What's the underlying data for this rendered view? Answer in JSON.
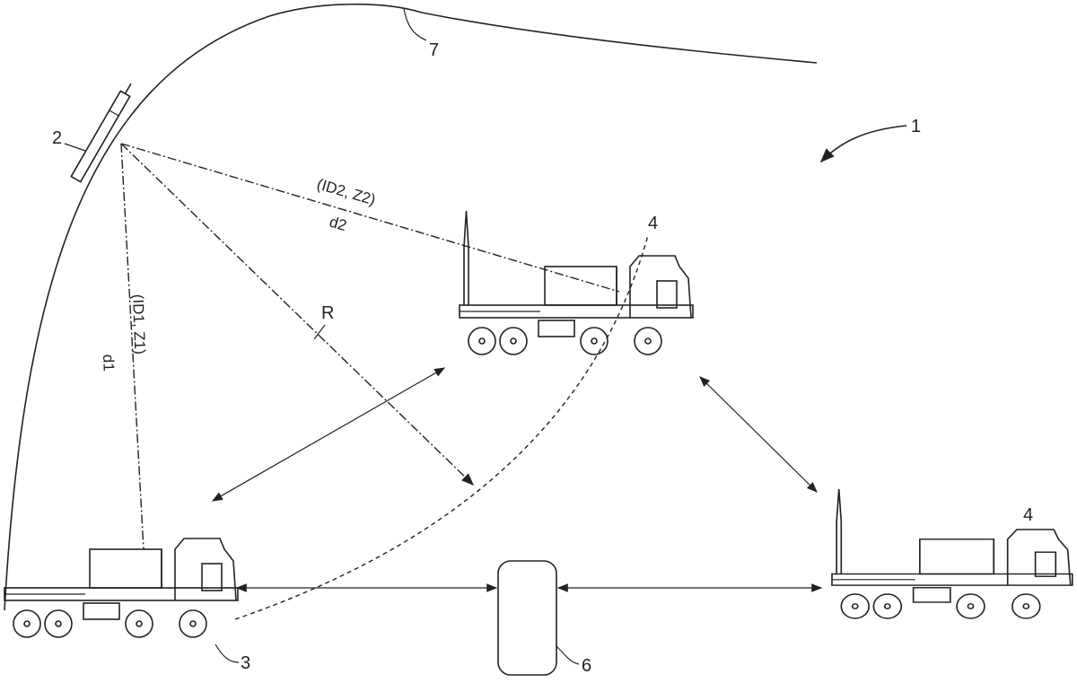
{
  "labels": {
    "orbit": "7",
    "system": "1",
    "satellite": "2",
    "vehicle_main": "3",
    "vehicle_other_a": "4",
    "vehicle_other_b": "4",
    "server": "6",
    "range": "R",
    "distance_1": "d1",
    "distance_2": "d2",
    "id_zone_1": "(ID1, Z1)",
    "id_zone_2": "(ID2, Z2)"
  }
}
